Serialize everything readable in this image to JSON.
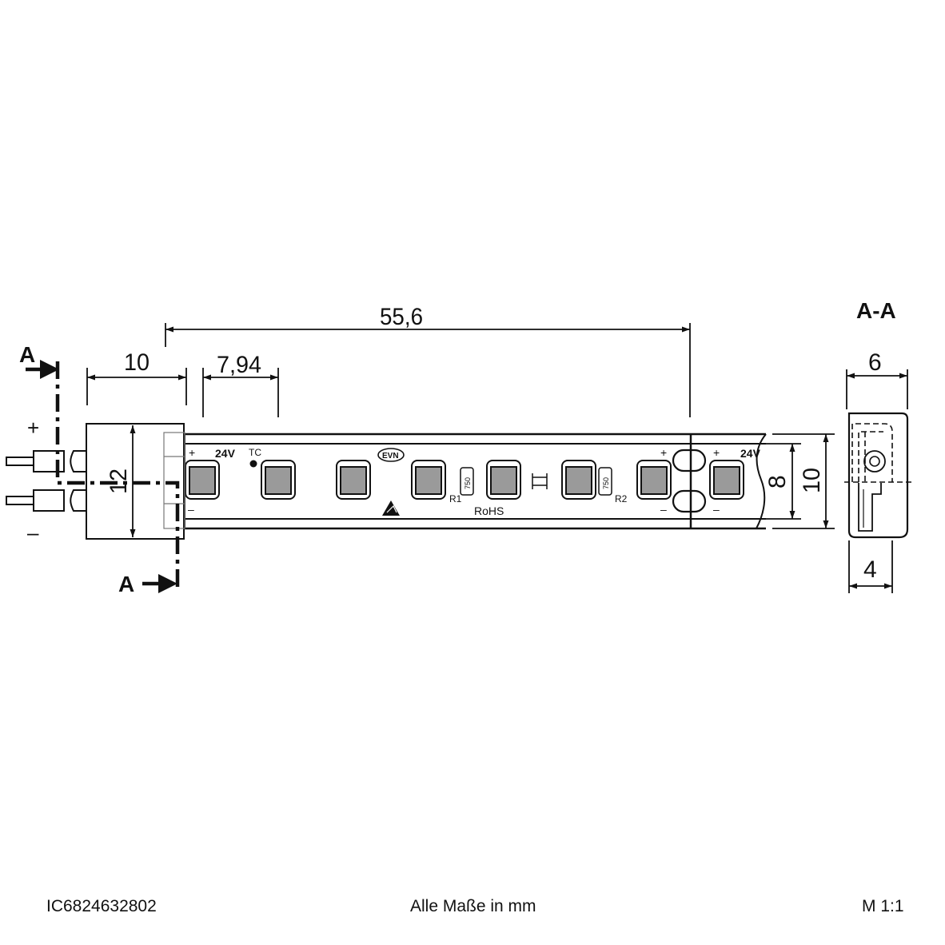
{
  "dimensions": {
    "strip_length": "55,6",
    "connector_length": "10",
    "led_pitch": "7,94",
    "connector_height": "12",
    "strip_inner_height": "8",
    "strip_outer_height": "10",
    "section_width": "6",
    "section_bottom_width": "4"
  },
  "section": {
    "cut_label_top": "A",
    "cut_label_bottom": "A",
    "view_title": "A-A"
  },
  "polarity": {
    "plus": "+",
    "minus": "–"
  },
  "pcb": {
    "voltage_left": "24V",
    "voltage_right": "24V",
    "tc": "TC",
    "plus_marks": [
      "+",
      "+",
      "+"
    ],
    "minus_marks": [
      "–",
      "–",
      "–"
    ],
    "r1": "R1",
    "r2": "R2",
    "resistor_code_1": "750",
    "resistor_code_2": "750",
    "rohs": "RoHS",
    "logo": "EVN"
  },
  "footer": {
    "article_number": "IC6824632802",
    "units_note": "Alle Maße in mm",
    "scale": "M 1:1"
  }
}
